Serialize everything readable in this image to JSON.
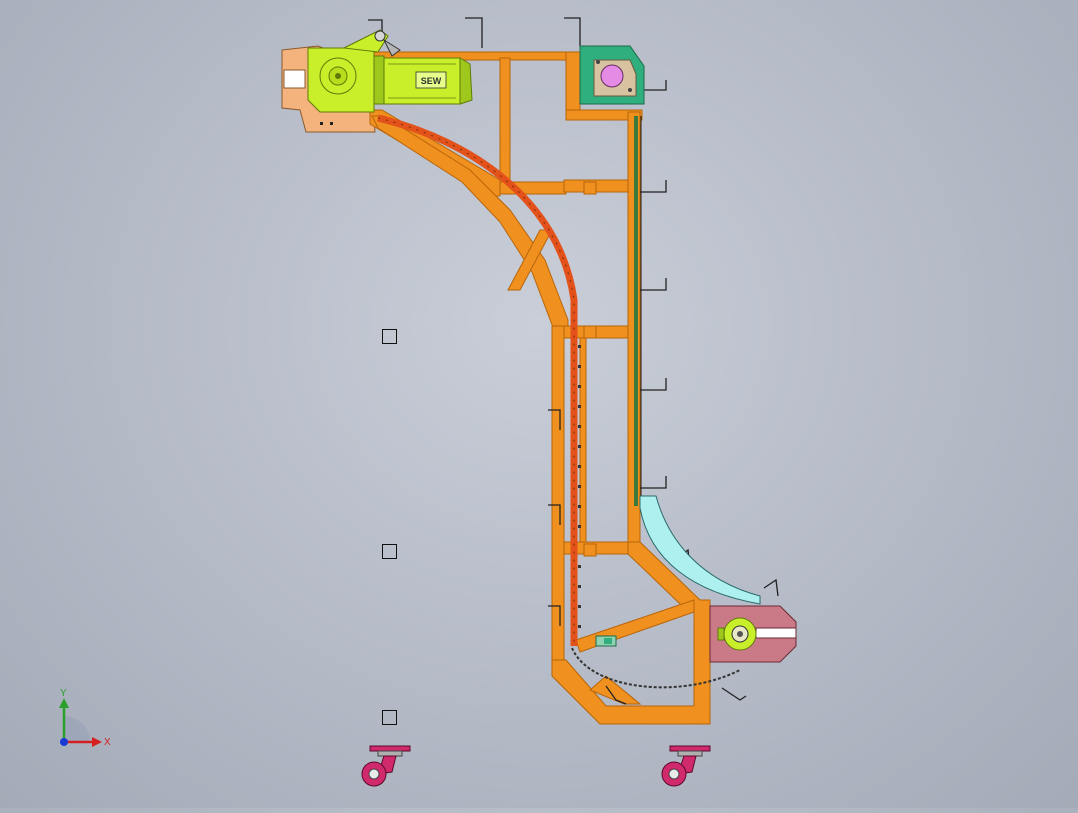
{
  "motor": {
    "brand_label": "SEW"
  },
  "triad": {
    "x_label": "X",
    "y_label": "Y"
  },
  "colors": {
    "frame": "#f0901e",
    "frame_edge": "#b8650a",
    "motor": "#c8ef2a",
    "motor_dark": "#8fb316",
    "bearing_green": "#2fae7e",
    "bearing_pink": "#e58ae5",
    "plate_peach": "#f4b27c",
    "chain_red": "#e3521b",
    "tail_plate": "#c97a86",
    "guide_cyan": "#aef0f0",
    "caster": "#d02a6c",
    "background": "#b8bec9"
  }
}
